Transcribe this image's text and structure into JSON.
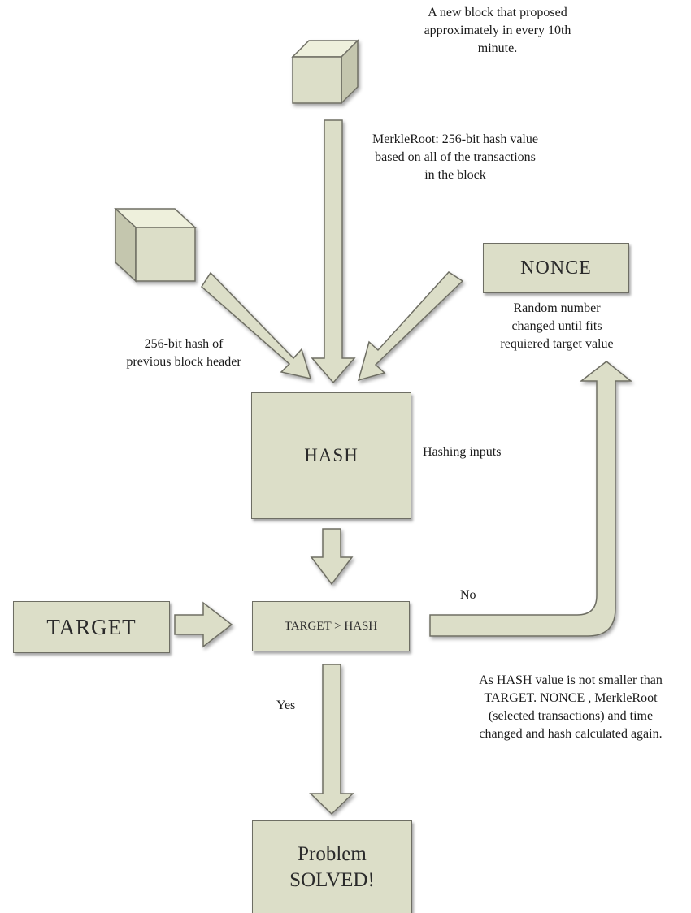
{
  "nodes": {
    "hash": "HASH",
    "nonce": "NONCE",
    "target": "TARGET",
    "compare": "TARGET > HASH",
    "solved": "Problem\nSOLVED!"
  },
  "labels": {
    "new_block": "A new block that proposed\napproximately in every 10th\nminute.",
    "merkle_root": "MerkleRoot: 256-bit hash value\nbased on all of the transactions\nin the block",
    "prev_hash": "256-bit hash of\nprevious block header",
    "nonce_desc": "Random number\nchanged until fits\nrequiered target value",
    "hashing_inputs": "Hashing inputs",
    "no": "No",
    "yes": "Yes",
    "retry_desc": "As HASH value is not smaller than\nTARGET. NONCE , MerkleRoot\n(selected transactions) and time\nchanged and hash calculated again."
  },
  "colors": {
    "fill": "#dcdec8",
    "stroke": "#6e6e64",
    "cube_top": "#eef0dc",
    "cube_side": "#c4c6ae",
    "cube_front": "#dcdec8"
  }
}
